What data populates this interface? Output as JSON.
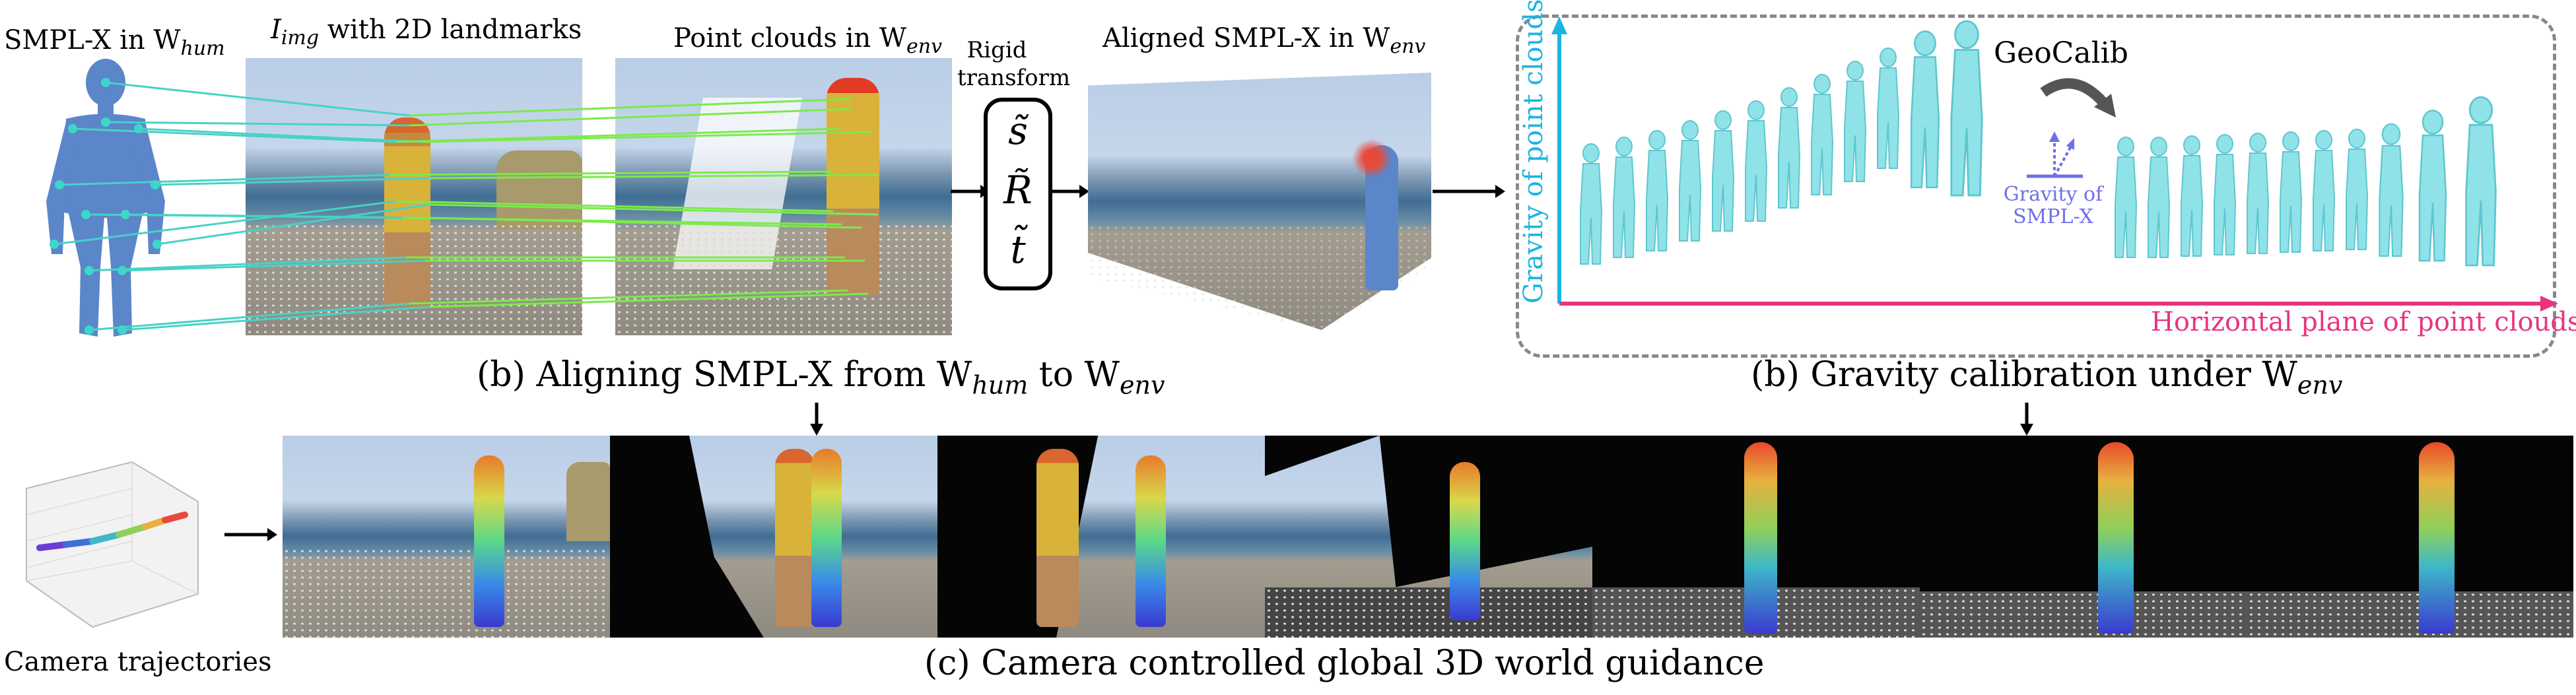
{
  "top_labels": {
    "smplx_hum": "SMPL-X in W",
    "smplx_hum_sub": "hum",
    "img_landmarks_i": "I",
    "img_landmarks_sub": "img",
    "img_landmarks_rest": " with 2D landmarks",
    "point_clouds": "Point clouds in W",
    "point_clouds_sub": "env",
    "rigid_transform_1": "Rigid",
    "rigid_transform_2": "transform",
    "aligned_smplx": "Aligned SMPL-X in W",
    "aligned_smplx_sub": "env"
  },
  "transform_symbols": [
    "s̃",
    "R̃",
    "t̃"
  ],
  "gravity_panel": {
    "geocalib": "GeoCalib",
    "y_axis": "Gravity of point clouds",
    "x_axis": "Horizontal plane of point clouds",
    "smplx_gravity_1": "Gravity of",
    "smplx_gravity_2": "SMPL-X"
  },
  "captions": {
    "align": "(b) Aligning SMPL-X from W",
    "align_sub1": "hum",
    "align_to": " to W",
    "align_sub2": "env",
    "gravity": "(b) Gravity calibration under W",
    "gravity_sub": "env",
    "camera_traj": "Camera trajectories",
    "guidance": "(c) Camera controlled global 3D world guidance"
  },
  "colors": {
    "y_axis": "#1bb5e0",
    "x_axis": "#e8357f",
    "body_blue": "#5b86c9",
    "cyan_body": "#8fe3e8",
    "gravity_smplx": "#6f6fe8",
    "landmark_line": "#6fdc5a"
  }
}
